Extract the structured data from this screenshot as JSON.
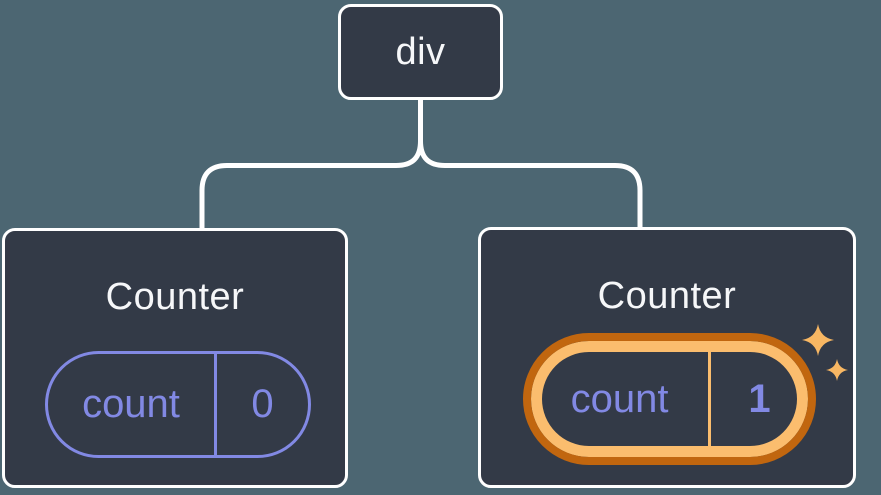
{
  "colors": {
    "background": "#4C6672",
    "node_fill": "#333A47",
    "node_border": "#FFFFFF",
    "connector": "#FFFFFF",
    "state_purple": "#8289E4",
    "highlight_outer": "#C1660F",
    "highlight_inner": "#FBBD6E",
    "sparkle": "#F8B763",
    "title_text": "#F6F7F9"
  },
  "tree": {
    "root": {
      "label": "div"
    },
    "children": [
      {
        "title": "Counter",
        "state_key": "count",
        "state_value": "0",
        "highlighted": false
      },
      {
        "title": "Counter",
        "state_key": "count",
        "state_value": "1",
        "highlighted": true
      }
    ]
  }
}
